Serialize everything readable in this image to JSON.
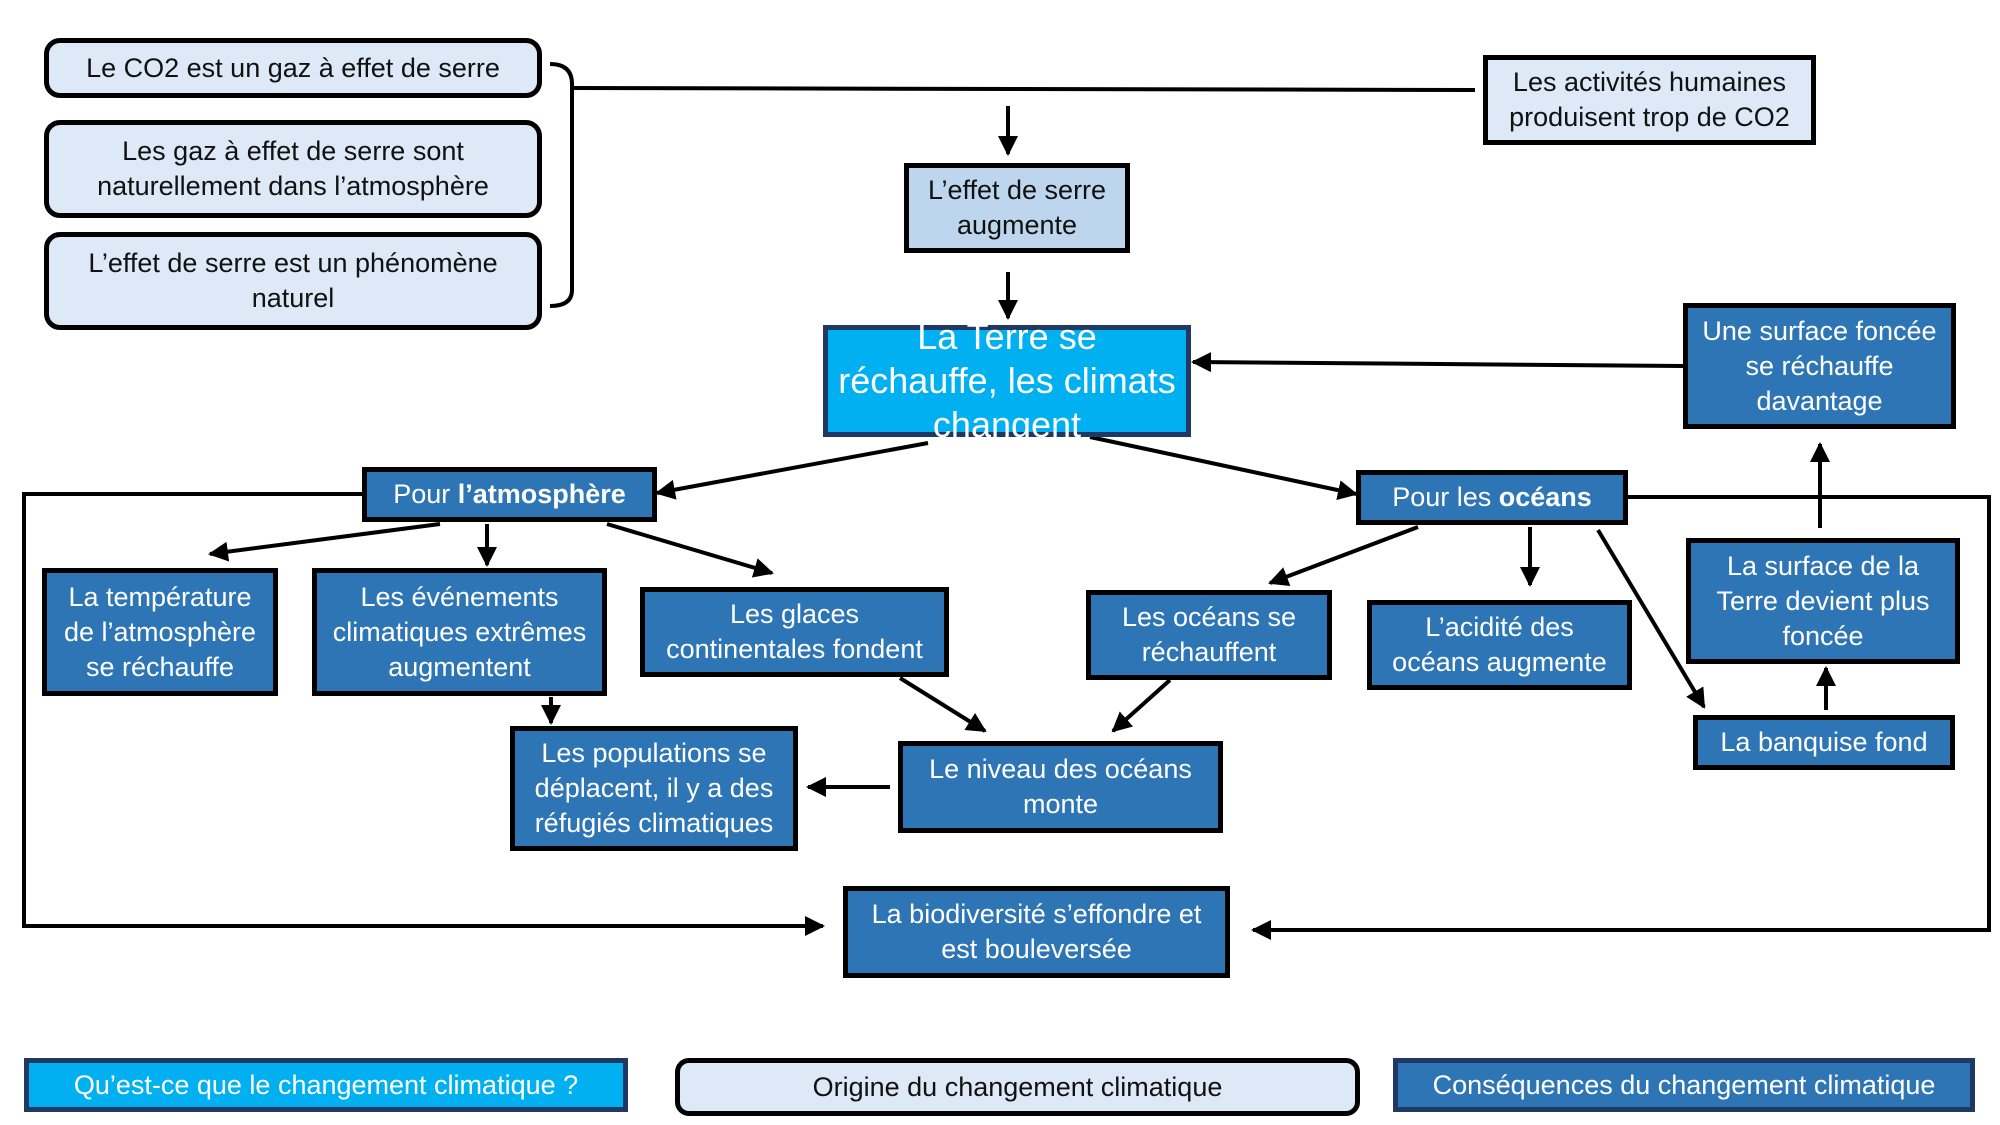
{
  "colors": {
    "question": "#00b0f0",
    "origin": "#dde9f6",
    "consequence": "#2e75b6",
    "intermediate": "#bdd6ee"
  },
  "nodes": {
    "co2_gaz": "Le CO2 est un gaz à effet de serre",
    "gaz_naturels": "Les gaz à effet de serre sont naturellement dans l’atmosphère",
    "effet_naturel": "L’effet de serre est un phénomène naturel",
    "activites_humaines": "Les activités humaines produisent trop de CO2",
    "effet_augmente": "L’effet de serre augmente",
    "terre_rechauffe": "La Terre se réchauffe, les climats changent",
    "surface_foncee_rechauffe": "Une surface foncée se réchauffe davantage",
    "pour_atmosphere_prefix": "Pour ",
    "pour_atmosphere_bold": "l’atmosphère",
    "pour_oceans_prefix": "Pour les ",
    "pour_oceans_bold": "océans",
    "temperature_atmosphere": "La température de l’atmosphère se réchauffe",
    "evenements_extremes": "Les événements climatiques extrêmes augmentent",
    "glaces_continentales": "Les glaces continentales fondent",
    "oceans_rechauffent": "Les océans se réchauffent",
    "acidite_oceans": "L’acidité des océans augmente",
    "surface_terre_foncee": "La surface de la Terre devient plus foncée",
    "banquise_fond": "La banquise fond",
    "populations_deplacent": "Les populations se déplacent, il y a des réfugiés climatiques",
    "niveau_oceans": "Le niveau des océans monte",
    "biodiversite": "La biodiversité s’effondre et est bouleversée"
  },
  "legend": {
    "question": "Qu’est-ce que le changement climatique ?",
    "origin": "Origine du changement climatique",
    "consequence": "Conséquences du changement climatique"
  }
}
